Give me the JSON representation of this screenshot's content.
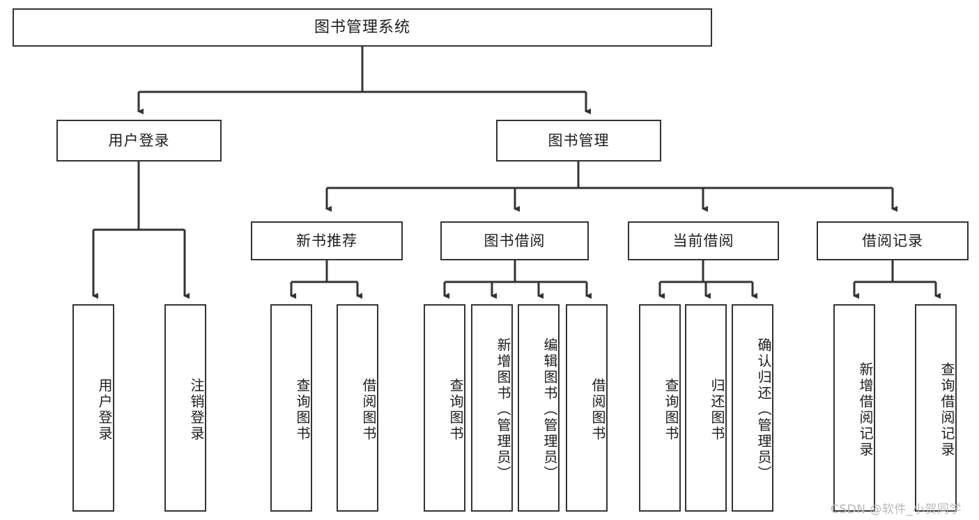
{
  "diagram": {
    "title": "图书管理系统",
    "watermark": "CSDN @软件_小贺同学",
    "colors": {
      "stroke": "#333333",
      "fill": "#ffffff",
      "text": "#1c1c1c",
      "watermark": "#b9b9b9"
    },
    "levels": {
      "root": {
        "label": "图书管理系统"
      },
      "level2": [
        {
          "id": "user-login",
          "label": "用户登录"
        },
        {
          "id": "book-management",
          "label": "图书管理"
        }
      ],
      "level3": [
        {
          "id": "new-book-recommend",
          "label": "新书推荐"
        },
        {
          "id": "book-borrow",
          "label": "图书借阅"
        },
        {
          "id": "current-borrow",
          "label": "当前借阅"
        },
        {
          "id": "borrow-record",
          "label": "借阅记录"
        }
      ],
      "leaves": [
        {
          "id": "leaf-user-login",
          "label": "用户登录"
        },
        {
          "id": "leaf-user-logout",
          "label": "注销登录"
        },
        {
          "id": "leaf-query-book-1",
          "label": "查询图书"
        },
        {
          "id": "leaf-borrow-book-1",
          "label": "借阅图书"
        },
        {
          "id": "leaf-query-book-2",
          "label": "查询图书"
        },
        {
          "id": "leaf-add-book",
          "label": "新增图书（管理员）"
        },
        {
          "id": "leaf-edit-book",
          "label": "编辑图书（管理员）"
        },
        {
          "id": "leaf-borrow-book-2",
          "label": "借阅图书"
        },
        {
          "id": "leaf-query-book-3",
          "label": "查询图书"
        },
        {
          "id": "leaf-return-book",
          "label": "归还图书"
        },
        {
          "id": "leaf-confirm-return",
          "label": "确认归还（管理员）"
        },
        {
          "id": "leaf-add-record",
          "label": "新增借阅记录"
        },
        {
          "id": "leaf-query-record",
          "label": "查询借阅记录"
        }
      ]
    }
  }
}
